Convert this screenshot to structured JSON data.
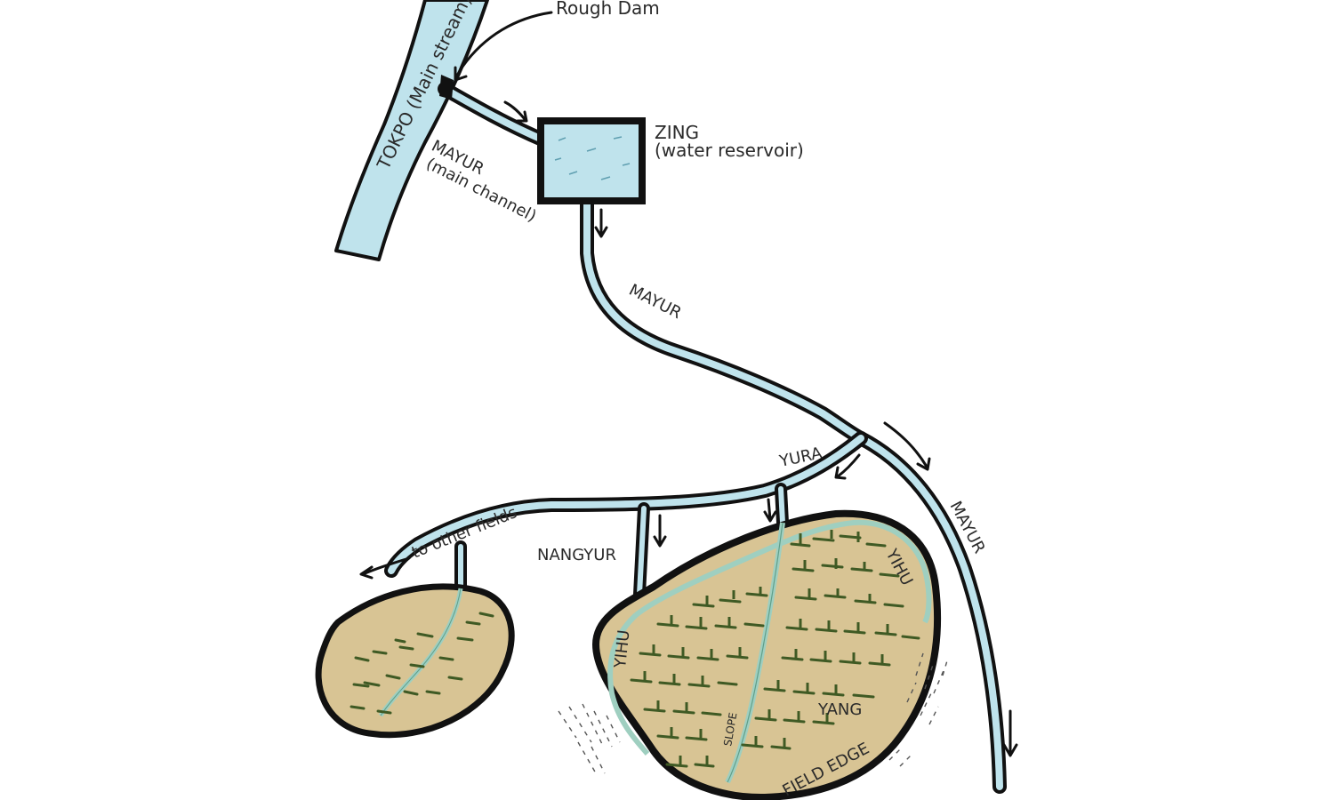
{
  "labels": {
    "rough_dam": "Rough Dam",
    "tokpo": "TOKPO (Main stream)",
    "zing_title": "ZING",
    "zing_sub": "(water reservoir)",
    "mayur_top": "MAYUR",
    "mayur_top_sub": "(main channel)",
    "mayur_mid": "MAYUR",
    "mayur_right": "MAYUR",
    "yura": "YURA",
    "to_other_fields": "to other fields",
    "nangyur": "NANGYUR",
    "yihu_right": "YIHU",
    "yihu_left": "YIHU",
    "slope": "SLOPE",
    "yang": "YANG",
    "field_edge": "FIELD EDGE"
  },
  "colors": {
    "water": "#bfe3ec",
    "field": "#d8c494",
    "crop": "#3f5a24",
    "outline": "#111111"
  },
  "icons": [
    "flow-arrow-icon"
  ]
}
